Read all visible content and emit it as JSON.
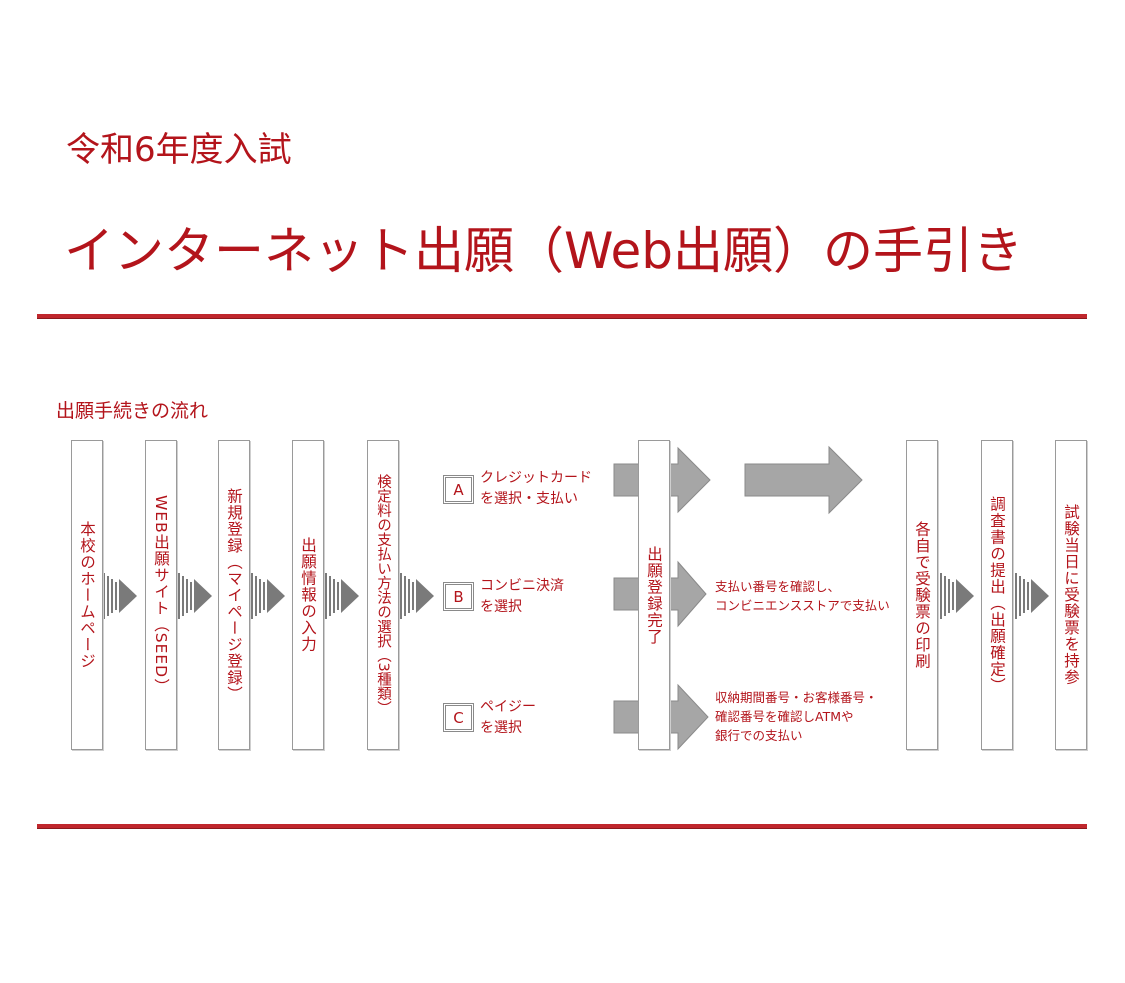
{
  "header": {
    "subtitle": "令和6年度入試",
    "title": "インターネット出願（Web出願）の手引き"
  },
  "flow": {
    "label": "出願手続きの流れ",
    "steps": [
      "本校のホームページ",
      "WEB出願サイト（SEED）",
      "新規登録（マイページ登録）",
      "出願情報の入力",
      "検定料の支払い方法の選択（3種類）",
      "出願登録完了",
      "各自で受験票の印刷",
      "調査書の提出（出願確定）",
      "試験当日に受験票を持参"
    ],
    "options": [
      {
        "badge": "A",
        "line1": "クレジットカード",
        "line2": "を選択・支払い"
      },
      {
        "badge": "B",
        "line1": "コンビニ決済",
        "line2": "を選択"
      },
      {
        "badge": "C",
        "line1": "ペイジー",
        "line2": "を選択"
      }
    ],
    "notes": {
      "b": [
        "支払い番号を確認し、",
        "コンビニエンスストアで支払い"
      ],
      "c": [
        "収納期間番号・お客様番号・",
        "確認番号を確認しATMや",
        "銀行での支払い"
      ]
    }
  },
  "colors": {
    "accent": "#b3141b",
    "rule": "#c0272d",
    "arrow_fill": "#a6a6a6",
    "chevron": "#7a7a7a"
  }
}
